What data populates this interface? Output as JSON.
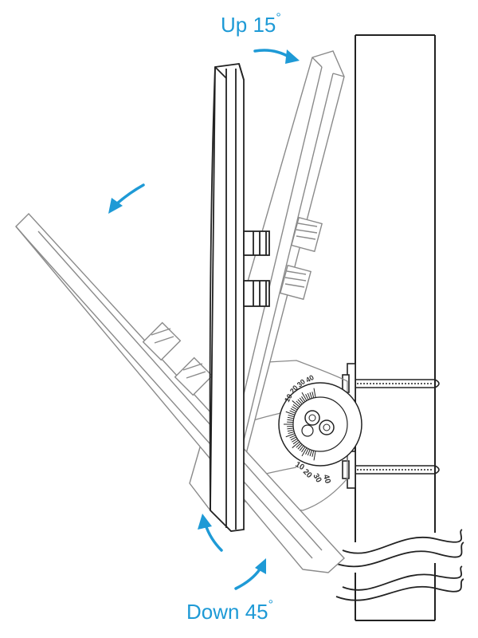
{
  "labels": {
    "up_value": "Up 15",
    "down_value": "Down 45",
    "degree_symbol": "°"
  },
  "protractor_scale": {
    "upper_ticks": [
      "10",
      "20",
      "30",
      "40"
    ],
    "lower_ticks": [
      "10",
      "20",
      "30",
      "40"
    ]
  },
  "colors": {
    "accent": "#1e9ad6",
    "line": "#222222",
    "light_line": "#8a8a8a"
  },
  "icons": [
    "curved-arrow-icon"
  ]
}
